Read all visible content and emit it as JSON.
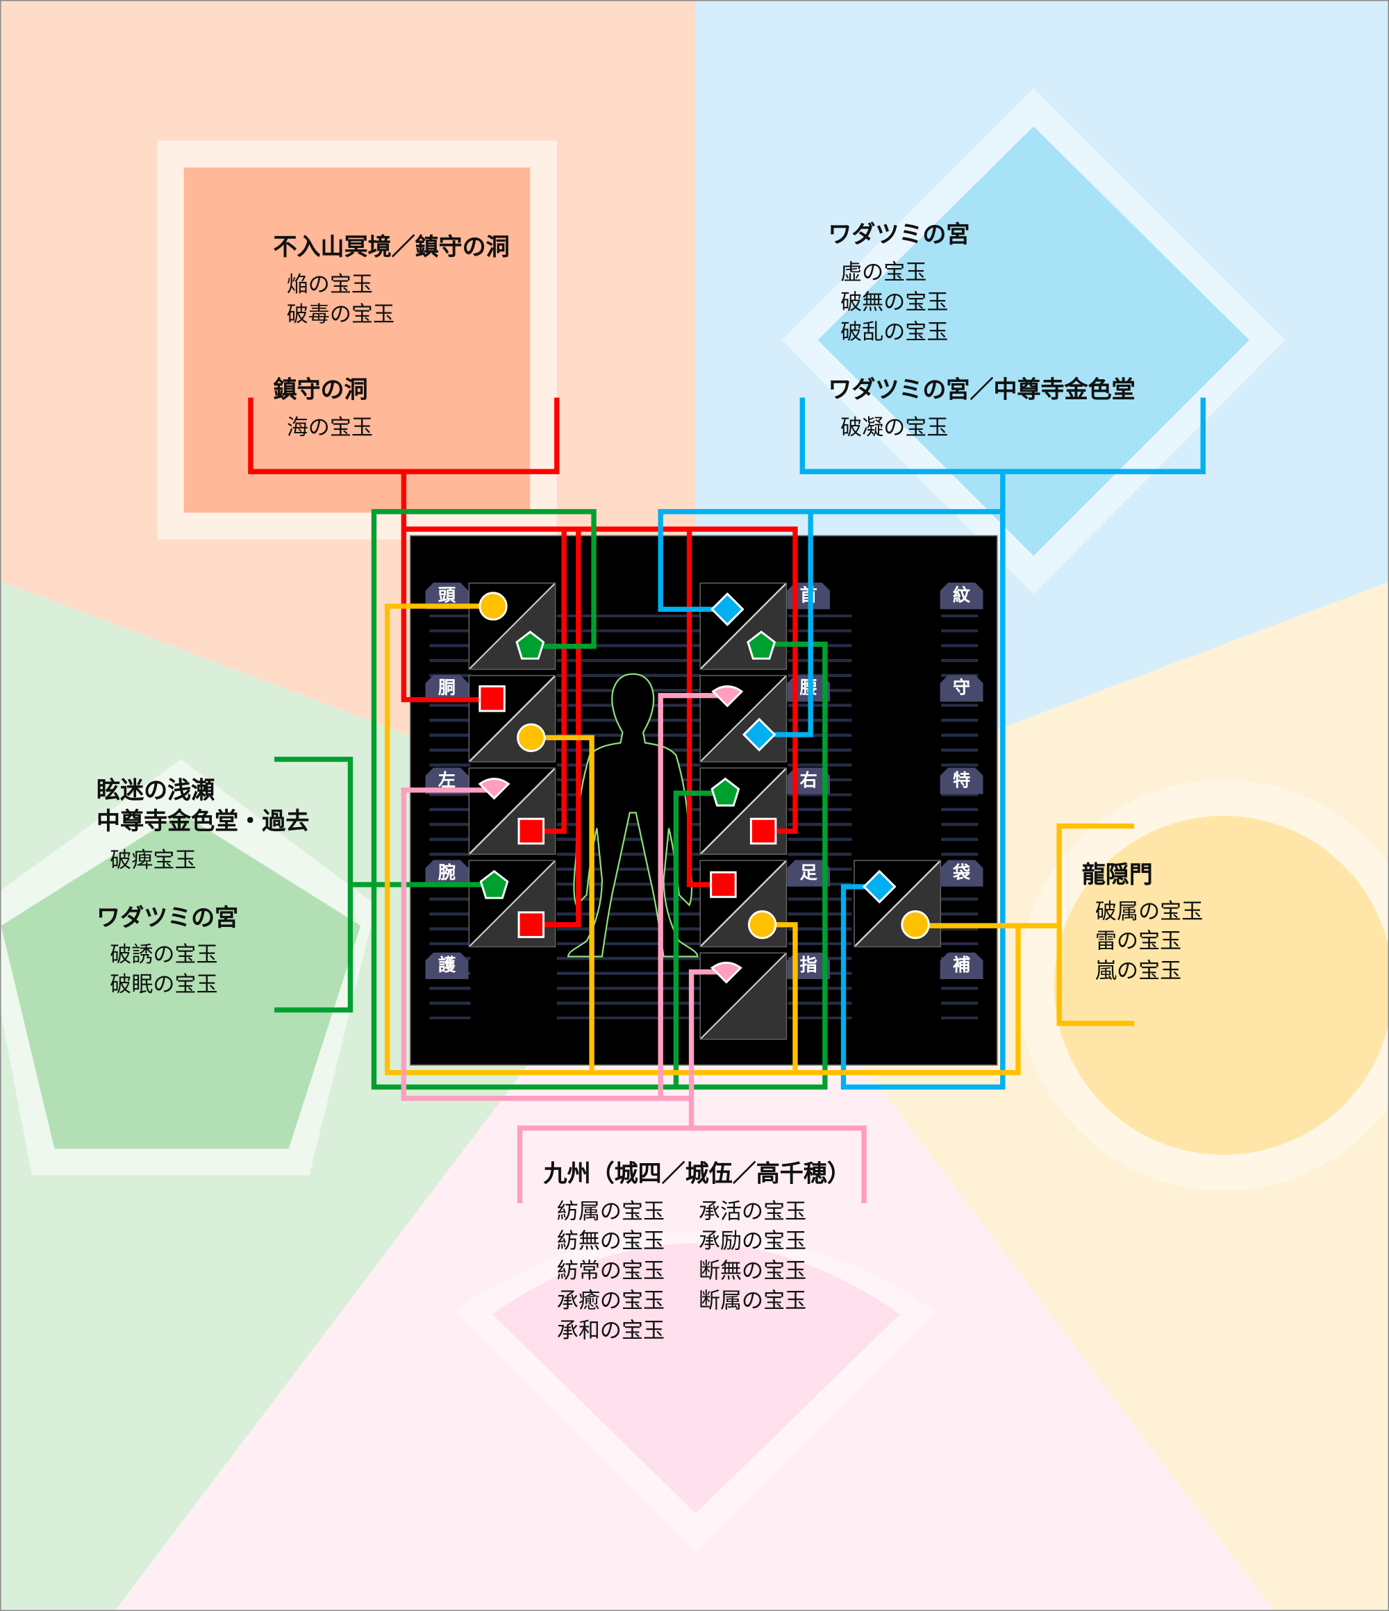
{
  "colors": {
    "red": "#FF0000",
    "green": "#00A030",
    "blue": "#00B0F0",
    "yellow": "#FFC000",
    "pink": "#FF9EC0"
  },
  "groups": {
    "red": [
      {
        "title": "不入山冥境／鎮守の洞",
        "items": [
          "焔の宝玉",
          "破毒の宝玉"
        ]
      },
      {
        "title": "鎮守の洞",
        "items": [
          "海の宝玉"
        ]
      }
    ],
    "blue": [
      {
        "title": "ワダツミの宮",
        "items": [
          "虚の宝玉",
          "破無の宝玉",
          "破乱の宝玉"
        ]
      },
      {
        "title": "ワダツミの宮／中尊寺金色堂",
        "items": [
          "破凝の宝玉"
        ]
      }
    ],
    "green": [
      {
        "title": "眩迷の浅瀬",
        "title2": "中尊寺金色堂・過去",
        "items": [
          "破痺宝玉"
        ]
      },
      {
        "title": "ワダツミの宮",
        "items": [
          "破誘の宝玉",
          "破眠の宝玉"
        ]
      }
    ],
    "yellow": [
      {
        "title": "龍隠門",
        "items": [
          "破属の宝玉",
          "雷の宝玉",
          "嵐の宝玉"
        ]
      }
    ],
    "pink": [
      {
        "title": "九州（城四／城伍／高千穂）",
        "items": [
          "紡属の宝玉",
          "紡無の宝玉",
          "紡常の宝玉",
          "承癒の宝玉",
          "承和の宝玉",
          "承活の宝玉",
          "承励の宝玉",
          "断無の宝玉",
          "断属の宝玉"
        ]
      }
    ]
  },
  "slots": {
    "left": [
      "頭",
      "胴",
      "左",
      "腕",
      "護"
    ],
    "middle": [
      "首",
      "腰",
      "右",
      "足",
      "指"
    ],
    "right": [
      "紋",
      "守",
      "特",
      "袋",
      "補"
    ]
  },
  "icons": [
    "circle-yellow",
    "pentagon-green",
    "square-red",
    "diamond-blue",
    "fan-pink"
  ]
}
